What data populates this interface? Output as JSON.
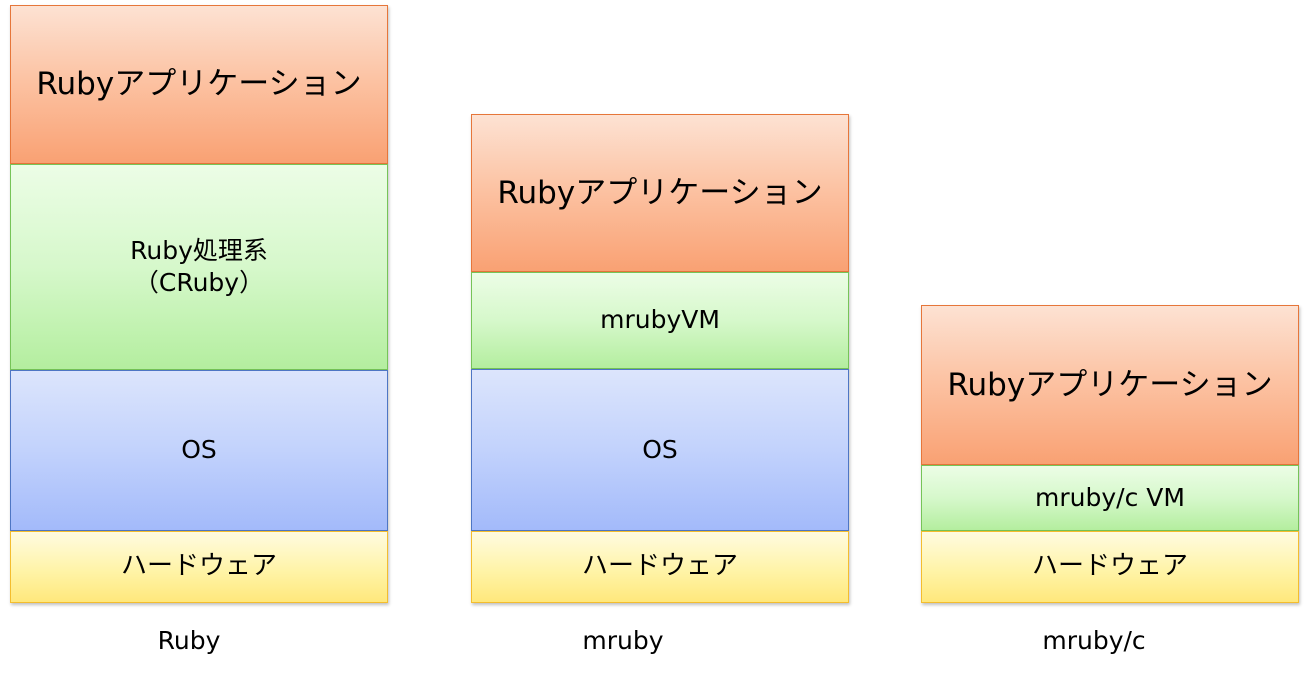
{
  "stacks": [
    {
      "caption": "Ruby",
      "layers": [
        {
          "kind": "app",
          "label": "Rubyアプリケーション"
        },
        {
          "kind": "vm",
          "label": "Ruby処理系\n（CRuby）"
        },
        {
          "kind": "os",
          "label": "OS"
        },
        {
          "kind": "hw",
          "label": "ハードウェア"
        }
      ]
    },
    {
      "caption": "mruby",
      "layers": [
        {
          "kind": "app",
          "label": "Rubyアプリケーション"
        },
        {
          "kind": "vm",
          "label": "mrubyVM"
        },
        {
          "kind": "os",
          "label": "OS"
        },
        {
          "kind": "hw",
          "label": "ハードウェア"
        }
      ]
    },
    {
      "caption": "mruby/c",
      "layers": [
        {
          "kind": "app",
          "label": "Rubyアプリケーション"
        },
        {
          "kind": "vm",
          "label": "mruby/c VM"
        },
        {
          "kind": "hw",
          "label": "ハードウェア"
        }
      ]
    }
  ],
  "colors": {
    "app_fill": "#fcc4a5",
    "app_border": "#e6763a",
    "vm_fill": "#d6f8cb",
    "vm_border": "#76c458",
    "os_fill": "#c2d2fc",
    "os_border": "#4e76c4",
    "hw_fill": "#fff4a8",
    "hw_border": "#f4bd2e"
  }
}
